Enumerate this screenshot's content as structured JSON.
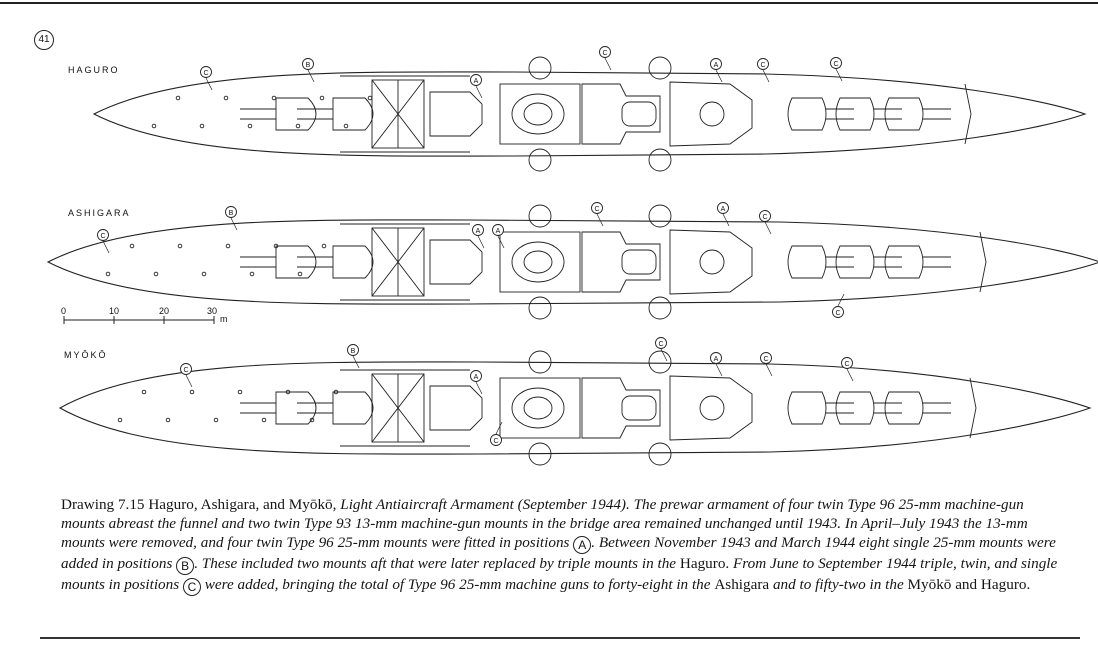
{
  "page": {
    "number": "41"
  },
  "ships": [
    {
      "id": "haguro",
      "label": "HAGURO"
    },
    {
      "id": "ashigara",
      "label": "ASHIGARA"
    },
    {
      "id": "myoko",
      "label": "MYŌKŌ"
    }
  ],
  "position_markers": {
    "a": "A",
    "b": "B",
    "c": "C"
  },
  "scale_bar": {
    "ticks": [
      "0",
      "10",
      "20",
      "30"
    ],
    "unit": "m"
  },
  "caption": {
    "drawing_no": "Drawing 7.15",
    "ships": "Haguro, Ashigara, and Myōkō,",
    "title": "Light Antiaircraft Armament (September 1944).",
    "p1": "The prewar armament of four twin Type 96 25-mm machine-gun mounts abreast the funnel and two twin Type 93 13-mm machine-gun mounts in the bridge area remained unchanged until 1943. In April–July 1943 the 13-mm mounts were removed, and four twin Type 96 25-mm mounts were fitted in positions",
    "p2": ". Between November 1943 and March 1944 eight single 25-mm mounts were added in positions",
    "p3": ". These included two mounts aft that were later replaced by triple mounts in the",
    "haguro1": "Haguro.",
    "p4": "From June to September 1944 triple, twin, and single mounts in positions",
    "p5": "were added, bringing the total of Type 96 25-mm machine guns to forty-eight in the",
    "ashigara": "Ashigara",
    "p6": "and to fifty-two in the",
    "myoko_haguro": "Myōkō and Haguro."
  }
}
